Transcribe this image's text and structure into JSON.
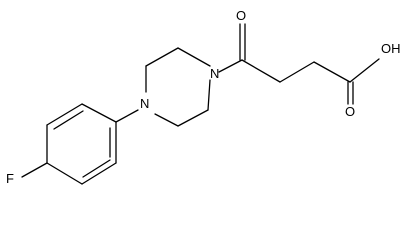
{
  "molecule": {
    "atoms": [
      {
        "id": "O_ketone",
        "label": "O"
      },
      {
        "id": "N_acyl",
        "label": "N"
      },
      {
        "id": "N_aryl",
        "label": "N"
      },
      {
        "id": "OH_acid",
        "label": "OH"
      },
      {
        "id": "O_acid",
        "label": "O"
      },
      {
        "id": "F",
        "label": "F"
      }
    ],
    "colors": {
      "bond": "#000000",
      "label": "#000000",
      "background": "#ffffff"
    }
  }
}
